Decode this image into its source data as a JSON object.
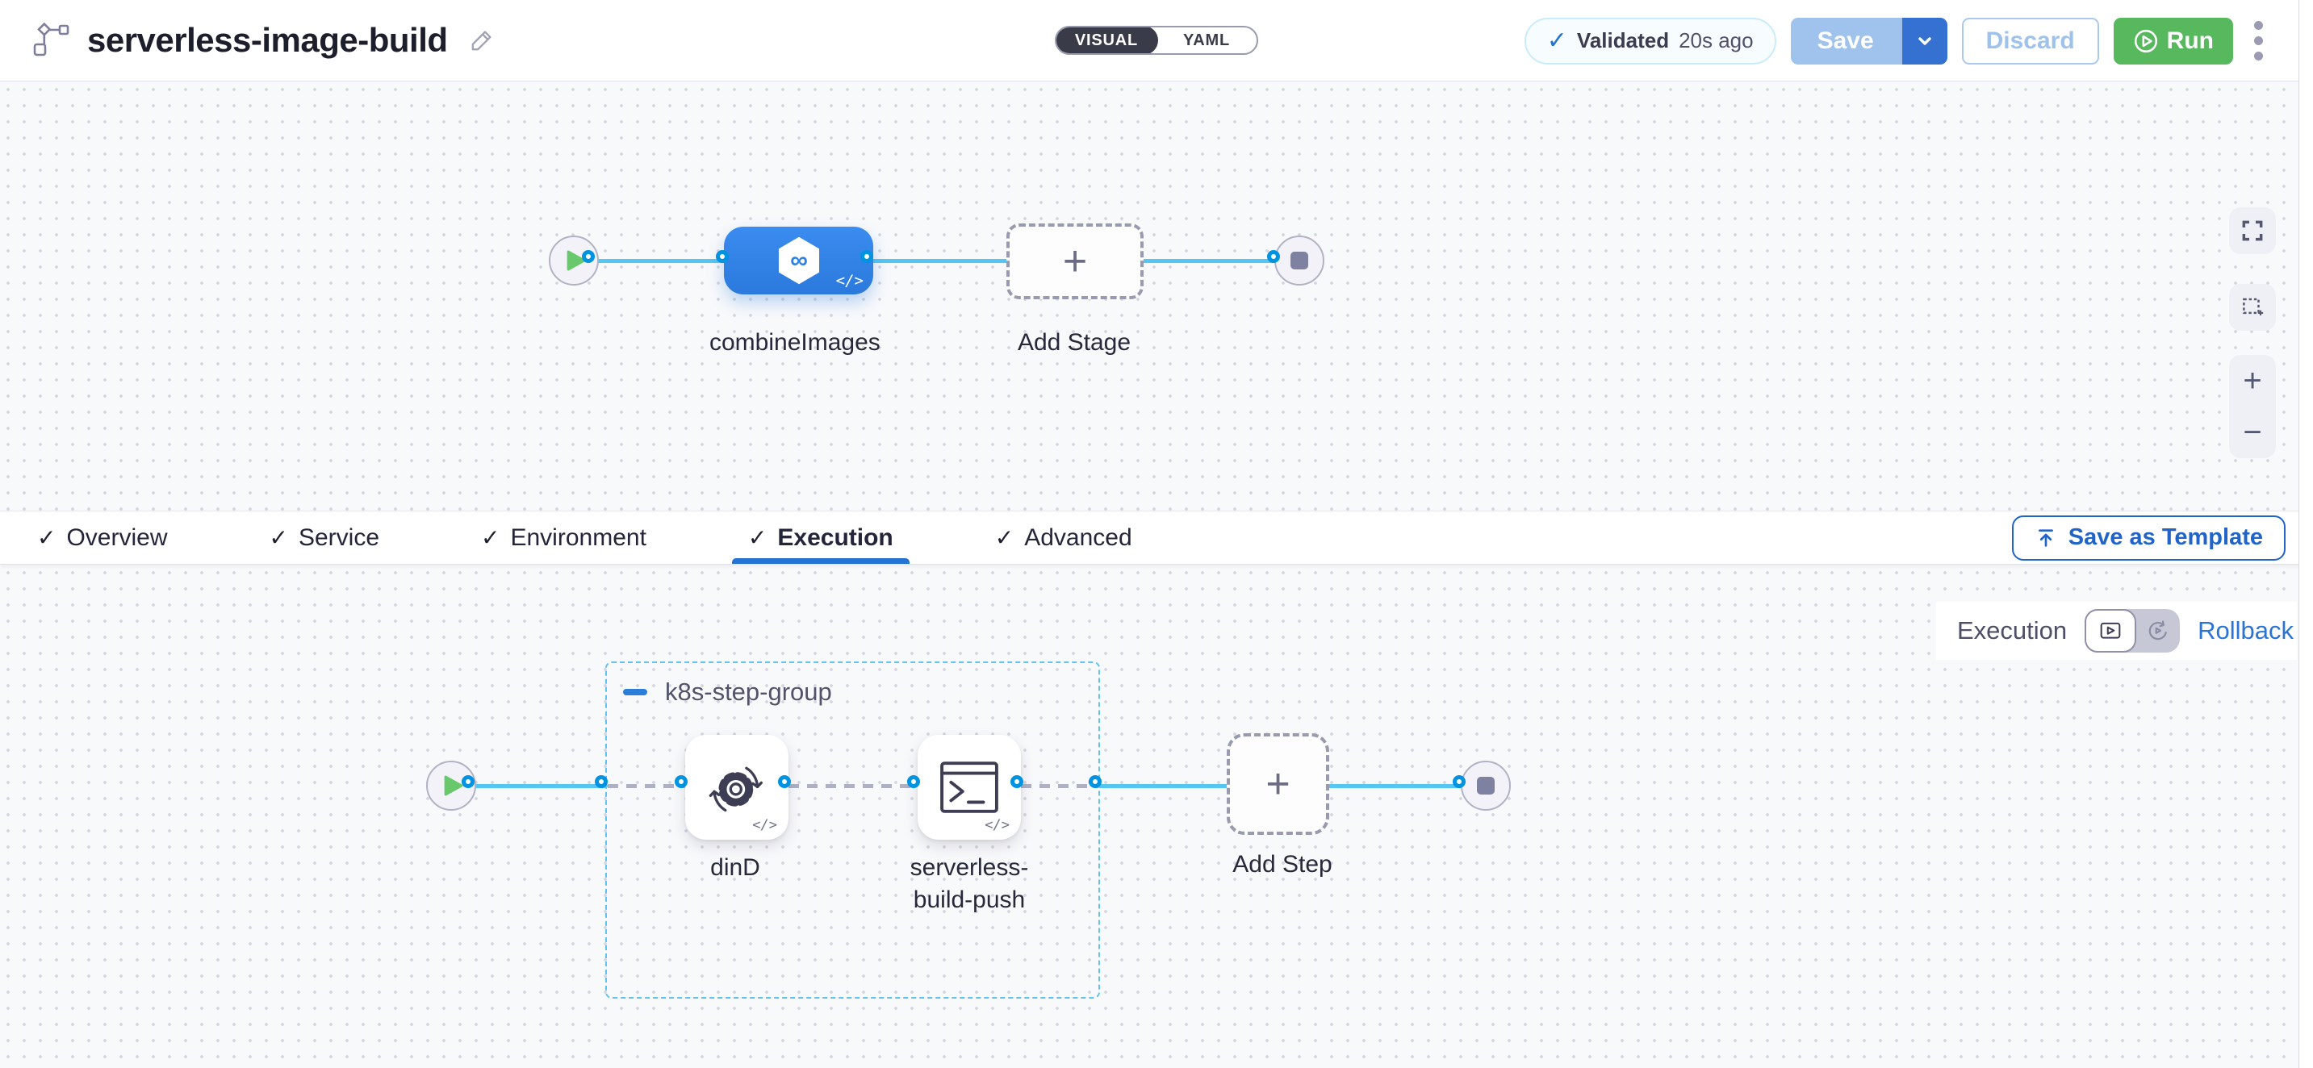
{
  "header": {
    "title": "serverless-image-build",
    "mode_toggle": {
      "options": [
        "VISUAL",
        "YAML"
      ],
      "selected": "VISUAL"
    },
    "validation": {
      "status": "Validated",
      "time_ago": "20s ago"
    },
    "buttons": {
      "save": "Save",
      "discard": "Discard",
      "run": "Run"
    }
  },
  "stage_canvas": {
    "stages": [
      {
        "name": "combineImages",
        "type": "ci-stage"
      }
    ],
    "add_stage_label": "Add Stage"
  },
  "tabs": {
    "items": [
      {
        "label": "Overview",
        "checked": true,
        "active": false
      },
      {
        "label": "Service",
        "checked": true,
        "active": false
      },
      {
        "label": "Environment",
        "checked": true,
        "active": false
      },
      {
        "label": "Execution",
        "checked": true,
        "active": true
      },
      {
        "label": "Advanced",
        "checked": true,
        "active": false
      }
    ],
    "save_as_template": "Save as Template"
  },
  "execution": {
    "mode_label": "Execution",
    "rollback_label": "Rollback",
    "step_group": {
      "name": "k8s-step-group",
      "steps": [
        {
          "name": "dinD",
          "icon": "gear-sync"
        },
        {
          "name": "serverless-build-push",
          "icon": "terminal"
        }
      ]
    },
    "add_step_label": "Add Step"
  },
  "icons": {
    "check": "✓",
    "plus": "+",
    "code": "</>",
    "infinity": "∞",
    "zoom_in": "+",
    "zoom_out": "−"
  },
  "colors": {
    "primary_blue": "#0278d5",
    "run_green": "#57b85e",
    "line_blue": "#55c5f1",
    "port_blue": "#0093e2",
    "group_dash_blue": "#63c3ee",
    "stage_blue": "#3082e6"
  }
}
